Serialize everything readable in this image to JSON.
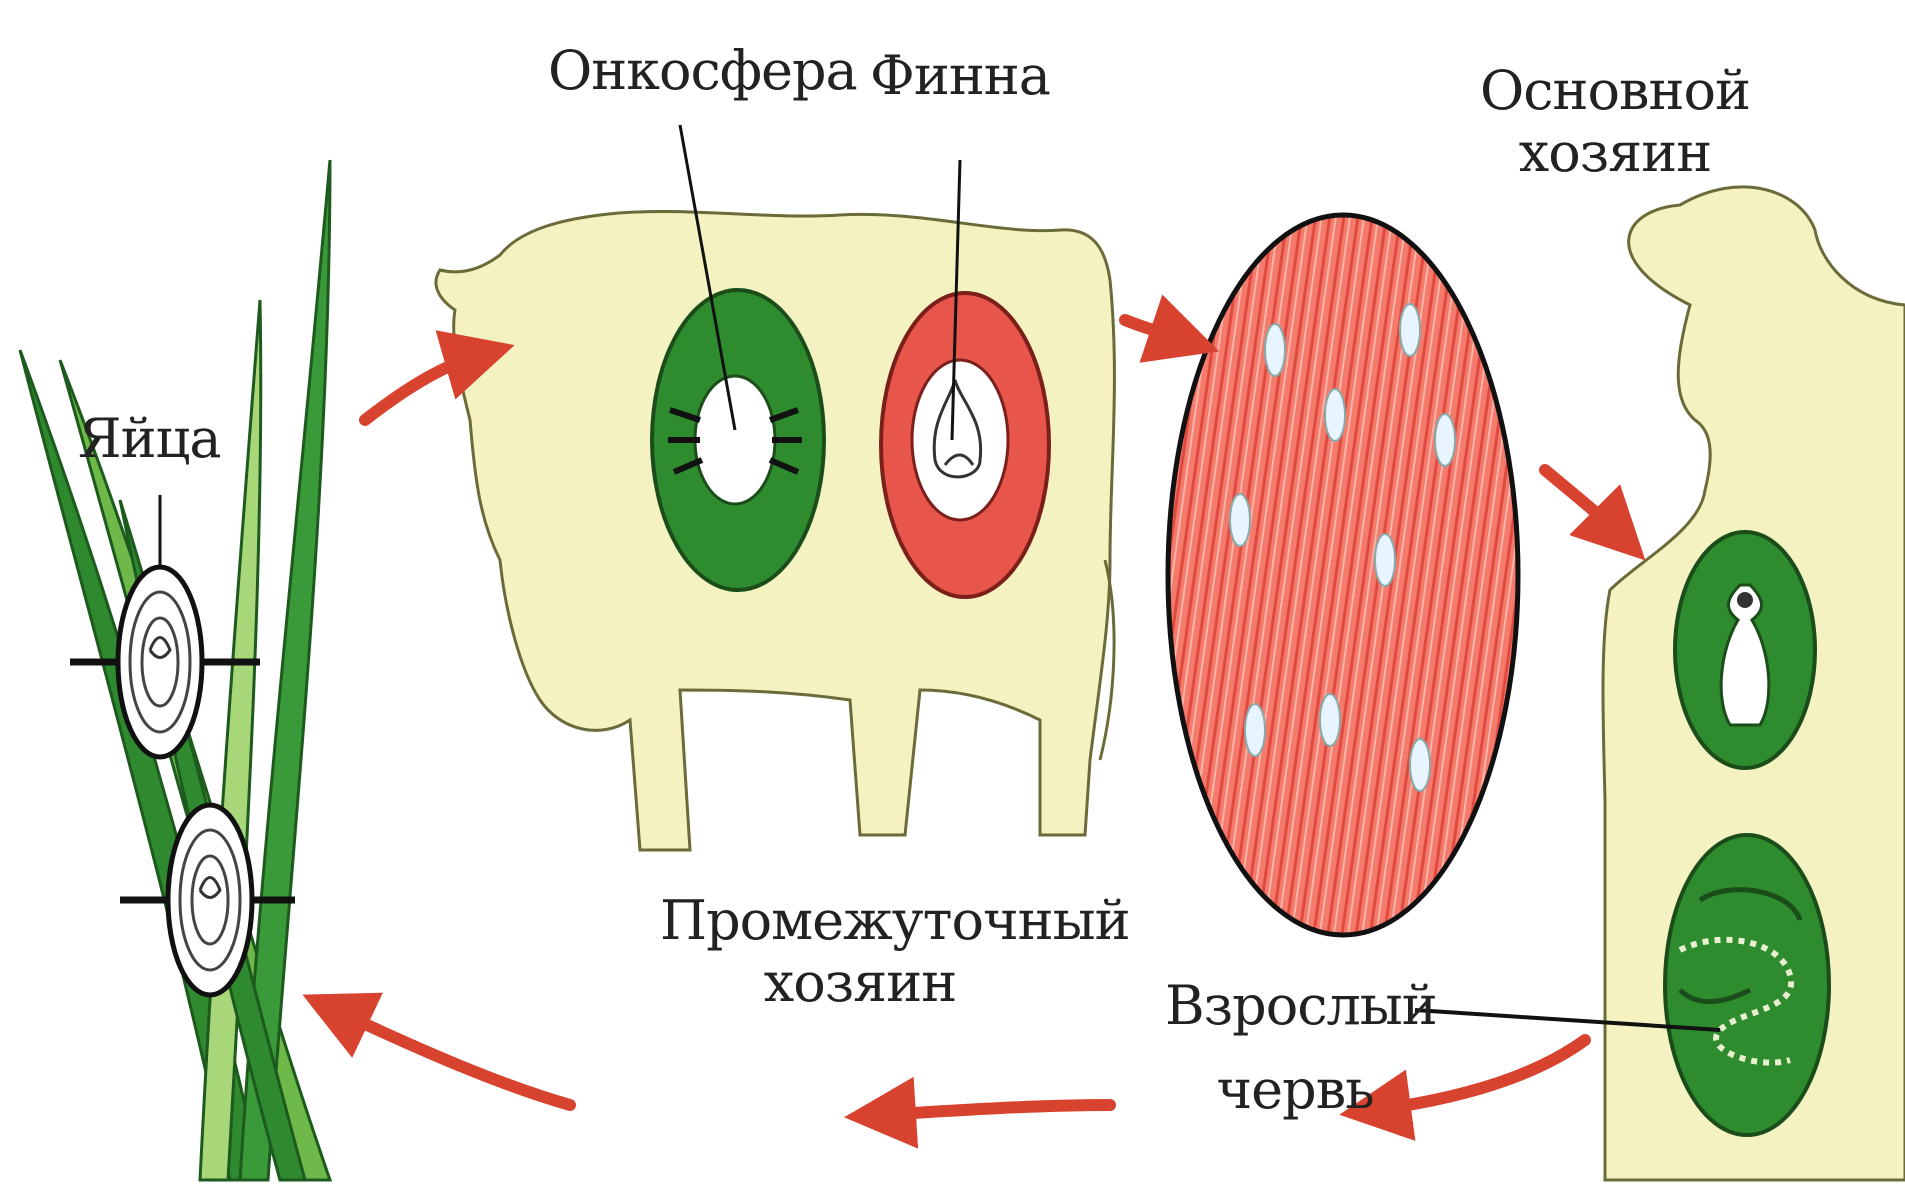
{
  "labels": {
    "eggs": "Яйца",
    "oncosphere": "Онкосфера",
    "finna": "Финна",
    "intermediate_host_line1": "Промежуточный",
    "intermediate_host_line2": "хозяин",
    "main_host_line1": "Основной",
    "main_host_line2": "хозяин",
    "adult_worm_line1": "Взрослый",
    "adult_worm_line2": "червь"
  },
  "colors": {
    "grass": "#2f8a2f",
    "grass_light": "#9ccf6a",
    "body_fill": "#f4f2c0",
    "green_tissue": "#2e8b2e",
    "red_tissue": "#e8554a",
    "muscle": "#f26a5c",
    "arrow": "#d8432f",
    "outline": "#1a1a1a"
  },
  "icons": [
    "grass-icon",
    "egg-icon",
    "cow-icon",
    "oncosphere-cross-section-icon",
    "finna-cross-section-icon",
    "muscle-tissue-icon",
    "human-silhouette-icon",
    "scolex-cross-section-icon",
    "intestine-worm-icon",
    "cycle-arrow-icon"
  ]
}
